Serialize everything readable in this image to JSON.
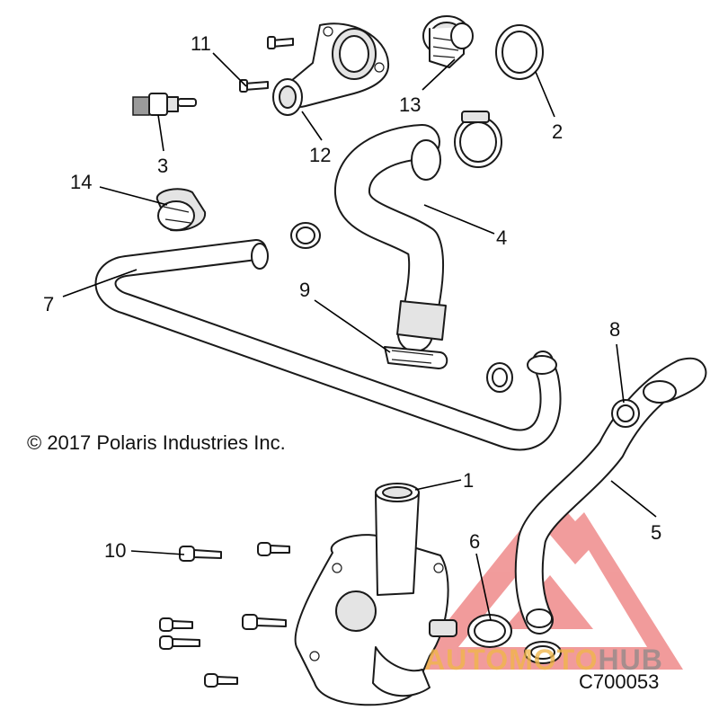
{
  "callouts": [
    {
      "id": "1",
      "label": "1"
    },
    {
      "id": "2",
      "label": "2"
    },
    {
      "id": "3",
      "label": "3"
    },
    {
      "id": "4",
      "label": "4"
    },
    {
      "id": "5",
      "label": "5"
    },
    {
      "id": "6",
      "label": "6"
    },
    {
      "id": "7",
      "label": "7"
    },
    {
      "id": "8",
      "label": "8"
    },
    {
      "id": "9",
      "label": "9"
    },
    {
      "id": "10",
      "label": "10"
    },
    {
      "id": "11",
      "label": "11"
    },
    {
      "id": "12",
      "label": "12"
    },
    {
      "id": "13",
      "label": "13"
    },
    {
      "id": "14",
      "label": "14"
    }
  ],
  "copyright": "© 2017 Polaris Industries Inc.",
  "figure_code": "C700053",
  "watermark": {
    "part1": "AUTO",
    "part2": "MOTO",
    "part3": "HUB",
    "color_primary": "#f0b64a",
    "color_secondary": "#888888",
    "color_triangle": "#e64b4b"
  }
}
